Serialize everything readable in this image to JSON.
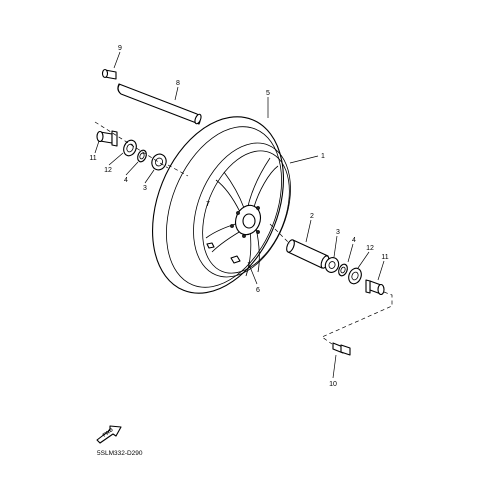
{
  "diagram": {
    "callouts": {
      "c1": "1",
      "c2": "2",
      "c3_left": "3",
      "c3_right": "3",
      "c4_left": "4",
      "c4_right": "4",
      "c5": "5",
      "c6": "6",
      "c7": "7",
      "c8": "8",
      "c9": "9",
      "c10": "10",
      "c11_left": "11",
      "c11_right": "11",
      "c12_left": "12",
      "c12_right": "12"
    },
    "diagram_code": "5SLM332-D290",
    "direction_label": "FWD"
  }
}
